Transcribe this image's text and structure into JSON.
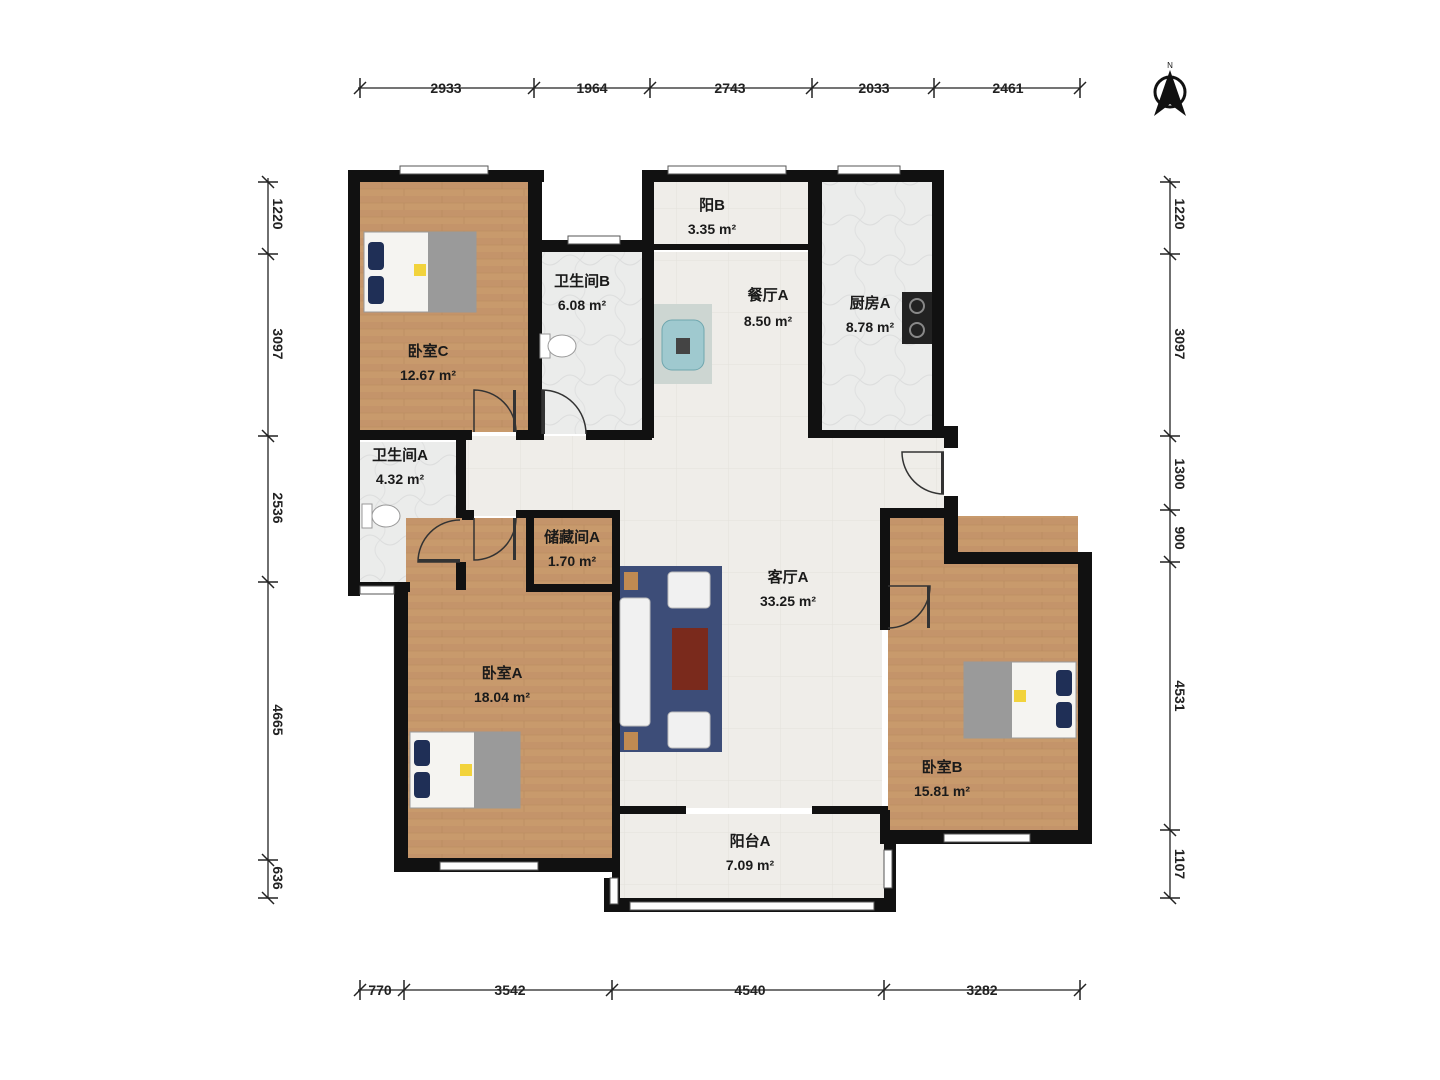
{
  "rooms": {
    "bedroom_c": {
      "name": "卧室C",
      "area": "12.67 m²"
    },
    "bath_b": {
      "name": "卫生间B",
      "area": "6.08 m²"
    },
    "balcony_b": {
      "name": "阳B",
      "area": "3.35 m²"
    },
    "dining_a": {
      "name": "餐厅A",
      "area": "8.50 m²"
    },
    "kitchen_a": {
      "name": "厨房A",
      "area": "8.78 m²"
    },
    "bath_a": {
      "name": "卫生间A",
      "area": "4.32 m²"
    },
    "storage_a": {
      "name": "储藏间A",
      "area": "1.70 m²"
    },
    "living_a": {
      "name": "客厅A",
      "area": "33.25 m²"
    },
    "bedroom_a": {
      "name": "卧室A",
      "area": "18.04 m²"
    },
    "bedroom_b": {
      "name": "卧室B",
      "area": "15.81 m²"
    },
    "balcony_a": {
      "name": "阳台A",
      "area": "7.09 m²"
    }
  },
  "dimensions": {
    "top": [
      "2933",
      "1964",
      "2743",
      "2033",
      "2461"
    ],
    "bottom": [
      "770",
      "3542",
      "4540",
      "3282"
    ],
    "left": [
      "1220",
      "3097",
      "2536",
      "4665",
      "636"
    ],
    "right": [
      "1220",
      "3097",
      "1300",
      "900",
      "4531",
      "1107"
    ]
  },
  "compass": {
    "label": "N"
  },
  "colors": {
    "wood": "#c7996b",
    "tile": "#eeece8",
    "marble": "#e9eaea",
    "wall": "#111111",
    "rug": "#3d4d78"
  }
}
